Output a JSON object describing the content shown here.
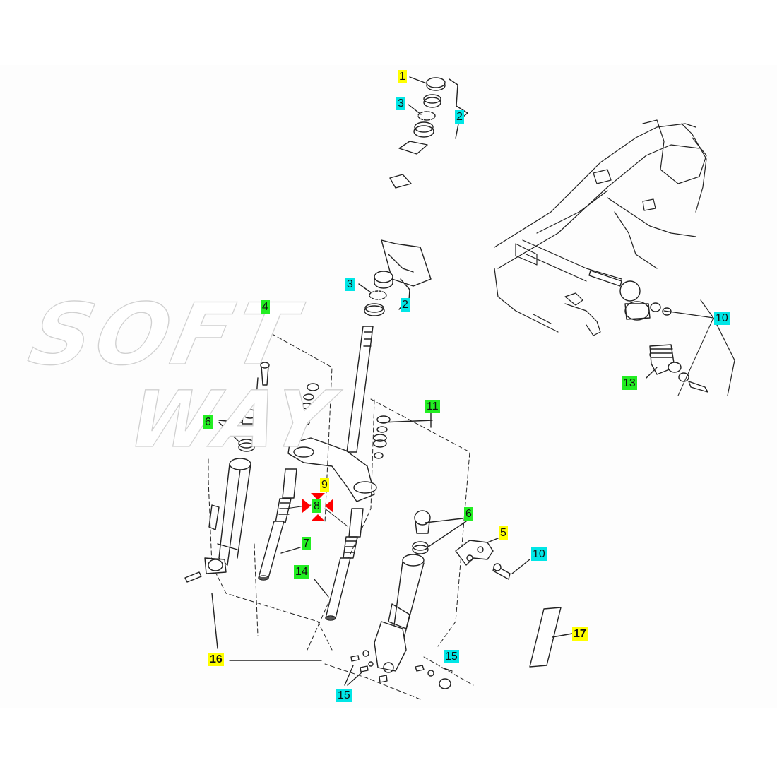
{
  "watermark": {
    "line1": "SOFT",
    "line2": "WAY"
  },
  "callouts": {
    "c1": "1",
    "c2a": "2",
    "c3a": "3",
    "c3b": "3",
    "c2b": "2",
    "c4": "4",
    "c10a": "10",
    "c13": "13",
    "c6a": "6",
    "c11": "11",
    "c9": "9",
    "c8": "8",
    "c6b": "6",
    "c5": "5",
    "c7": "7",
    "c10b": "10",
    "c14": "14",
    "c17": "17",
    "c16": "16",
    "c15a": "15",
    "c15b": "15"
  },
  "colors": {
    "yellow": "#ffff00",
    "cyan": "#00e6e6",
    "green": "#22ee22",
    "marker": "#ff0000",
    "line": "#222222",
    "paper": "#fdfdfd"
  }
}
